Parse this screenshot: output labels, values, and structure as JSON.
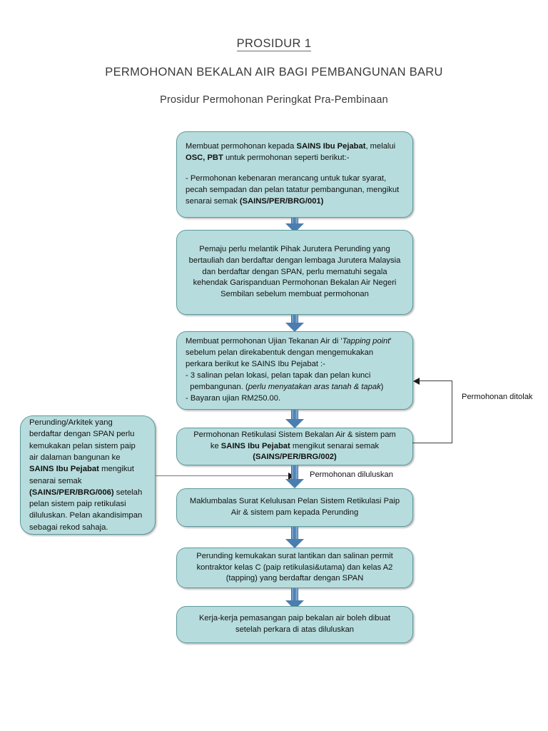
{
  "header": {
    "procedure_title": "PROSIDUR 1",
    "main_title": "PERMOHONAN BEKALAN AIR BAGI PEMBANGUNAN BARU",
    "subtitle": "Prosidur Permohonan Peringkat Pra-Pembinaan"
  },
  "nodes": {
    "n1": {
      "name": "permohonan-awal",
      "line1_a": "Membuat permohonan kepada ",
      "line1_b": "SAINS Ibu Pejabat",
      "line1_c": ", melalui ",
      "line2_a": "OSC, PBT",
      "line2_b": " untuk permohonan seperti berikut:-",
      "para2_a": "- Permohonan kebenaran merancang untuk tukar syarat, pecah sempadan dan pelan tatatur pembangunan, mengikut senarai semak ",
      "para2_b": "(SAINS/PER/BRG/001)"
    },
    "n2": {
      "name": "lantik-jurutera-perunding",
      "text": "Pemaju perlu melantik Pihak Jurutera Perunding yang bertauliah dan berdaftar dengan lembaga Jurutera Malaysia dan berdaftar dengan SPAN, perlu mematuhi segala kehendak Garispanduan Permohonan Bekalan Air Negeri Sembilan sebelum membuat permohonan"
    },
    "n3": {
      "name": "ujian-tekanan-air",
      "l1_a": "Membuat permohonan Ujian Tekanan Air di '",
      "l1_b": "Tapping point",
      "l1_c": "'",
      "l2": "sebelum pelan direkabentuk dengan mengemukakan",
      "l3": "perkara berikut ke SAINS Ibu  Pejabat  :-",
      "l4": "- 3 salinan pelan lokasi, pelan tapak dan pelan kunci",
      "l5_a": "  pembangunan. (",
      "l5_b": "perlu menyatakan aras tanah & tapak",
      "l5_c": ")",
      "l6": "- Bayaran ujian RM250.00."
    },
    "n4": {
      "name": "permohonan-retikulasi",
      "l1": "Permohonan Retikulasi Sistem  Bekalan  Air & sistem pam",
      "l2_a": "ke ",
      "l2_b": "SAINS Ibu Pejabat",
      "l2_c": " mengikut senarai semak",
      "l3": "(SAINS/PER/BRG/002)"
    },
    "n5": {
      "name": "maklumbalas-surat-kelulusan",
      "text": "Maklumbalas Surat Kelulusan Pelan Sistem Retikulasi  Paip Air & sistem pam kepada Perunding"
    },
    "n6": {
      "name": "surat-lantikan-kontraktor",
      "l1": "Perunding kemukakan surat lantikan dan salinan permit",
      "l2": "kontraktor kelas C (paip retikulasi&utama)  dan kelas A2",
      "l3": "(tapping) yang berdaftar dengan SPAN"
    },
    "n7": {
      "name": "kerja-pemasangan-paip",
      "text": "Kerja-kerja pemasangan paip bekalan air boleh dibuat setelah perkara di atas diluluskan"
    },
    "side": {
      "name": "perunding-arkitek-span",
      "l1": "Perunding/Arkitek yang",
      "l2": "berdaftar dengan SPAN perlu",
      "l3": "kemukakan pelan sistem paip",
      "l4": "air dalaman bangunan ke",
      "l5_a": "SAINS Ibu Pejabat",
      "l5_b": " mengikut",
      "l6": "senarai semak",
      "l7_a": "(SAINS/PER/BRG/006)",
      "l7_b": " setelah",
      "l8": "pelan sistem paip retikulasi",
      "l9": "diluluskan.  Pelan akandisimpan",
      "l10": "sebagai rekod sahaja."
    }
  },
  "edges": {
    "rejected_label": "Permohonan ditolak",
    "approved_label": "Permohonan diluluskan"
  },
  "colors": {
    "node_fill": "#b7dcdd",
    "node_border": "#5f9a9c",
    "arrow_blue": "#4a7db0",
    "line_gray": "#767676",
    "text": "#111111"
  }
}
